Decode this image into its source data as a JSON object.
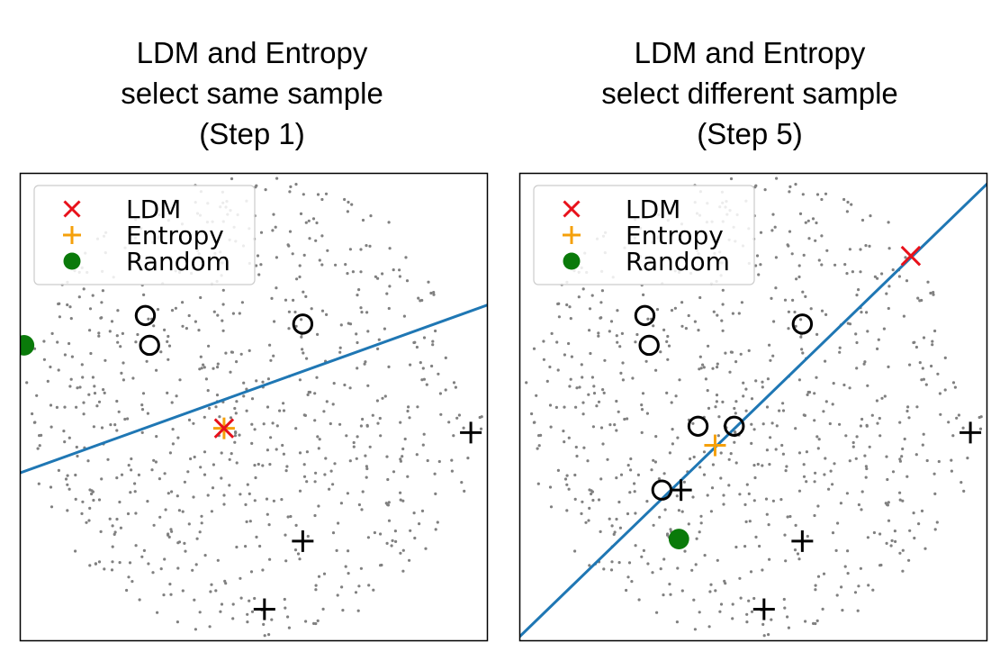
{
  "chart_data": [
    {
      "type": "scatter",
      "title": [
        "LDM and Entropy",
        "select same sample",
        "(Step 1)"
      ],
      "xlim": [
        -1.1,
        1.1
      ],
      "ylim": [
        -1.1,
        1.1
      ],
      "grid": false,
      "legend": {
        "placement": "top-left",
        "entries": [
          {
            "label": "LDM",
            "marker": "x",
            "color": "#e8111b"
          },
          {
            "label": "Entropy",
            "marker": "+",
            "color": "#f5a00b"
          },
          {
            "label": "Random",
            "marker": "o-filled",
            "color": "#0a7a0a"
          }
        ]
      },
      "series": [
        {
          "name": "LDM",
          "marker": "x",
          "color": "#e8111b",
          "points": [
            [
              -0.14,
              -0.1
            ]
          ]
        },
        {
          "name": "Entropy",
          "marker": "+",
          "color": "#f5a00b",
          "points": [
            [
              -0.14,
              -0.1
            ]
          ]
        },
        {
          "name": "Random",
          "marker": "o-filled",
          "color": "#0a7a0a",
          "points": [
            [
              -1.08,
              0.29
            ]
          ]
        },
        {
          "marker": "o-open",
          "color": "#000000",
          "points": [
            [
              -0.51,
              0.43
            ],
            [
              -0.49,
              0.29
            ],
            [
              0.23,
              0.39
            ]
          ]
        },
        {
          "marker": "+",
          "color": "#000000",
          "points": [
            [
              1.02,
              -0.12
            ],
            [
              0.23,
              -0.63
            ],
            [
              0.05,
              -0.95
            ]
          ]
        }
      ],
      "boundary_line": {
        "color": "#1f77b4",
        "x": [
          -1.1,
          1.1
        ],
        "y": [
          -0.31,
          0.48
        ]
      },
      "background_points": {
        "color": "#808080",
        "count": 760,
        "region": "disk",
        "center": [
          0,
          0
        ],
        "radius": 1.08
      }
    },
    {
      "type": "scatter",
      "title": [
        "LDM and Entropy",
        "select different sample",
        "(Step 5)"
      ],
      "xlim": [
        -1.1,
        1.1
      ],
      "ylim": [
        -1.1,
        1.1
      ],
      "grid": false,
      "legend": {
        "placement": "top-left",
        "entries": [
          {
            "label": "LDM",
            "marker": "x",
            "color": "#e8111b"
          },
          {
            "label": "Entropy",
            "marker": "+",
            "color": "#f5a00b"
          },
          {
            "label": "Random",
            "marker": "o-filled",
            "color": "#0a7a0a"
          }
        ]
      },
      "series": [
        {
          "name": "LDM",
          "marker": "x",
          "color": "#e8111b",
          "points": [
            [
              0.74,
              0.71
            ]
          ]
        },
        {
          "name": "Entropy",
          "marker": "+",
          "color": "#f5a00b",
          "points": [
            [
              -0.18,
              -0.18
            ]
          ]
        },
        {
          "name": "Random",
          "marker": "o-filled",
          "color": "#0a7a0a",
          "points": [
            [
              -0.35,
              -0.62
            ]
          ]
        },
        {
          "marker": "o-open",
          "color": "#000000",
          "points": [
            [
              -0.51,
              0.43
            ],
            [
              -0.49,
              0.29
            ],
            [
              0.23,
              0.39
            ],
            [
              -0.26,
              -0.09
            ],
            [
              -0.09,
              -0.09
            ],
            [
              -0.43,
              -0.39
            ]
          ]
        },
        {
          "marker": "+",
          "color": "#000000",
          "points": [
            [
              1.02,
              -0.12
            ],
            [
              0.23,
              -0.63
            ],
            [
              0.05,
              -0.95
            ],
            [
              -0.34,
              -0.39
            ]
          ]
        }
      ],
      "boundary_line": {
        "color": "#1f77b4",
        "x": [
          -1.1,
          1.1
        ],
        "y": [
          -1.08,
          1.05
        ]
      },
      "background_points": {
        "color": "#808080",
        "count": 760,
        "region": "disk",
        "center": [
          0,
          0
        ],
        "radius": 1.08
      }
    }
  ]
}
